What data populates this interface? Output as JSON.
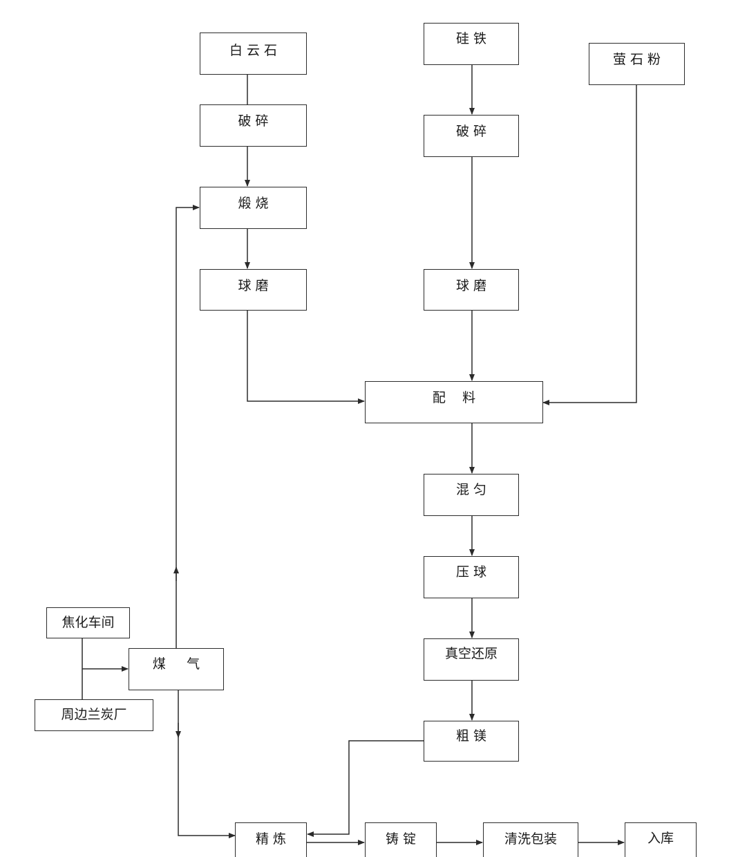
{
  "diagram": {
    "line_color": "#2b2b2b",
    "nodes": {
      "dolomite": "白 云 石",
      "crush_dolomite": "破 碎",
      "calcine": "煅 烧",
      "ballmill_dolomite": "球 磨",
      "ferrosilicon": "硅 铁",
      "crush_ferrosilicon": "破 碎",
      "ballmill_ferrosilicon": "球 磨",
      "fluorite_powder": "萤 石 粉",
      "batching": "配    料",
      "mixing": "混 匀",
      "briquetting": "压 球",
      "vacuum_reduction": "真空还原",
      "crude_magnesium": "粗 镁",
      "coking_workshop": "焦化车间",
      "semicoke_plants": "周边兰炭厂",
      "gas": "煤     气",
      "refining": "精 炼",
      "ingot_casting": "铸 锭",
      "cleaning_packing": "清洗包装",
      "warehousing": "入库"
    }
  }
}
